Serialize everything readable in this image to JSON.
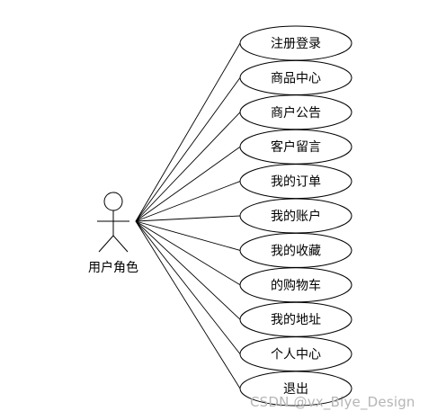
{
  "actor": {
    "label": "用户角色"
  },
  "use_cases": [
    {
      "label": "注册登录"
    },
    {
      "label": "商品中心"
    },
    {
      "label": "商户公告"
    },
    {
      "label": "客户留言"
    },
    {
      "label": "我的订单"
    },
    {
      "label": "我的账户"
    },
    {
      "label": "我的收藏"
    },
    {
      "label": "的购物车"
    },
    {
      "label": "我的地址"
    },
    {
      "label": "个人中心"
    },
    {
      "label": "退出"
    }
  ],
  "watermark": "CSDN @vx_Biye_Design"
}
